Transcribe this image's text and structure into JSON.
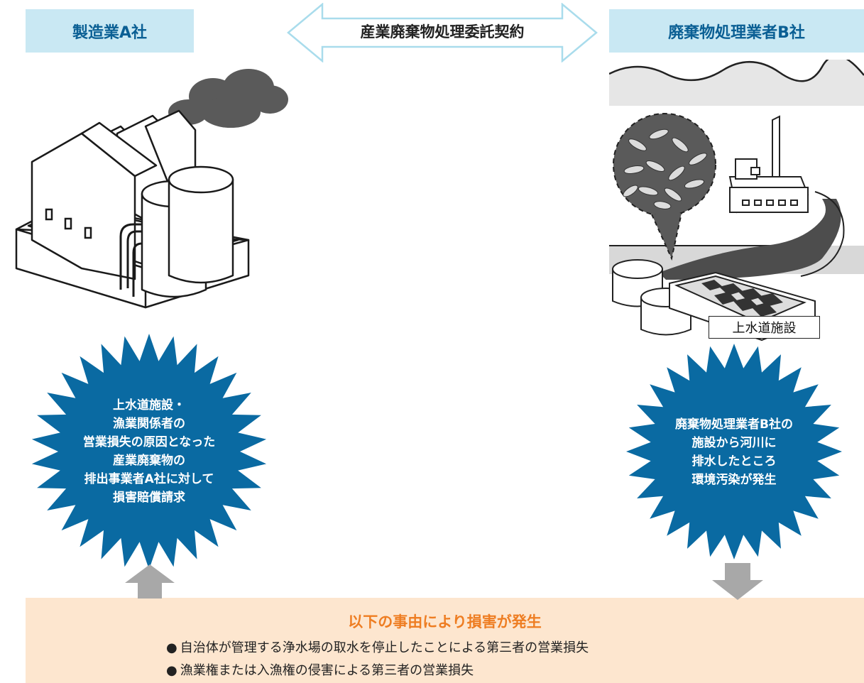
{
  "left_company": "製造業A社",
  "right_company": "廃棄物処理業者B社",
  "contract_label": "産業廃棄物処理委託契約",
  "water_plant_label": "上水道施設",
  "left_burst_lines": [
    "上水道施設・",
    "漁業関係者の",
    "営業損失の原因となった",
    "産業廃棄物の",
    "排出事業者A社に対して",
    "損害賠償請求"
  ],
  "right_burst_lines": [
    "廃棄物処理業者B社の",
    "施設から河川に",
    "排水したところ",
    "環境汚染が発生"
  ],
  "bottom": {
    "title": "以下の事由により損害が発生",
    "bullet": "●",
    "items": [
      "自治体が管理する浄水場の取水を停止したことによる第三者の営業損失",
      "漁業権または入漁権の侵害による第三者の営業損失"
    ]
  },
  "colors": {
    "label_bg": "#c9e8f3",
    "label_text": "#0a5f94",
    "burst": "#0a6aa2",
    "bottom_bg": "#fde6cf",
    "bottom_title": "#ee7d22",
    "arrow_gray": "#a8a8a8",
    "pollution": "#4d4d4d"
  },
  "icons": [
    "factory-icon",
    "smoke-cloud-icon",
    "treatment-plant-icon",
    "dead-fish-icon",
    "water-facility-icon",
    "mountain-icon"
  ]
}
